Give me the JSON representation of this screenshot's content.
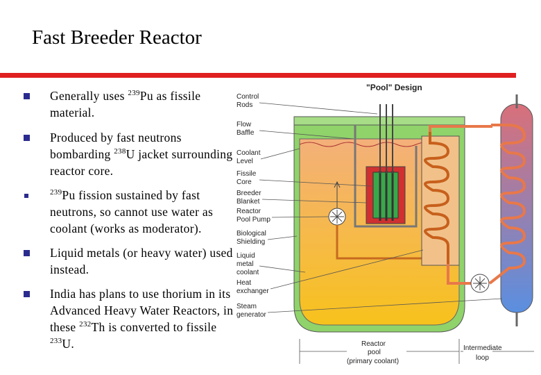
{
  "slide": {
    "title": "Fast Breeder Reactor",
    "bullets": [
      {
        "pre": "",
        "s1": "",
        "mid": "Generally uses ",
        "s2": "239",
        "post": "Pu as fissile material."
      },
      {
        "pre": "Produced by fast neutrons bombarding ",
        "s1": "238",
        "mid": "U jacket surrounding reactor core.",
        "s2": "",
        "post": ""
      },
      {
        "pre": "",
        "s1": "239",
        "mid": "Pu fission sustained by fast neutrons, so cannot use water as coolant (works as moderator).",
        "s2": "",
        "post": ""
      },
      {
        "pre": "Liquid metals (or heavy water) used instead.",
        "s1": "",
        "mid": "",
        "s2": "",
        "post": ""
      },
      {
        "pre": "India has plans to use thorium in its Advanced Heavy Water Reactors, in these ",
        "s1": "232",
        "mid": "Th is converted to fissile ",
        "s2": "233",
        "post": "U."
      }
    ]
  },
  "diagram": {
    "heading": "\"Pool\" Design",
    "labels": {
      "control_rods": [
        "Control",
        "Rods"
      ],
      "flow_baffle": [
        "Flow",
        "Baffle"
      ],
      "coolant_level": [
        "Coolant",
        "Level"
      ],
      "fissile_core": [
        "Fissile",
        "Core"
      ],
      "breeder_blanket": [
        "Breeder",
        "Blanket"
      ],
      "reactor_pool_pump": [
        "Reactor",
        "Pool Pump"
      ],
      "biological_shielding": [
        "Biological",
        "Shielding"
      ],
      "liquid_metal_coolant": [
        "Liquid",
        "metal",
        "coolant"
      ],
      "heat_exchanger": [
        "Heat",
        "exchanger"
      ],
      "steam_generator": [
        "Steam",
        "generator"
      ]
    },
    "bottom": {
      "reactor_pool": [
        "Reactor",
        "pool",
        "(primary coolant)"
      ],
      "intermediate_loop": [
        "Intermediate",
        "loop"
      ]
    },
    "colors": {
      "shielding": "#8fd36a",
      "coolant_top": "#f4b07a",
      "coolant_bottom": "#f7c21c",
      "core": "#3aa84a",
      "blanket": "#d03030",
      "loop_hot": "#e8784a",
      "steam_top": "#d9707a",
      "steam_bottom": "#5a8fe0"
    }
  }
}
